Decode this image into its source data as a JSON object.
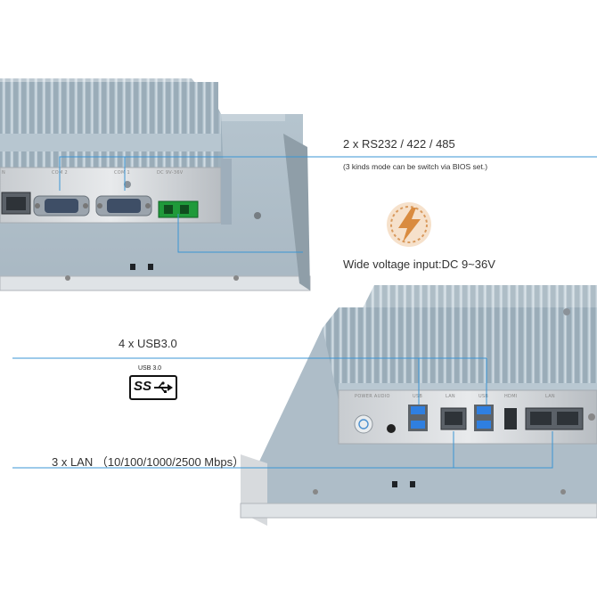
{
  "callouts": {
    "serial": {
      "title": "2 x RS232 / 422 / 485",
      "note": "(3 kinds mode can be switch via BIOS set.)"
    },
    "power": {
      "title": "Wide voltage input:DC 9~36V"
    },
    "usb": {
      "title": "4 x USB3.0",
      "logo_caption": "USB 3.0",
      "logo_text": "SS"
    },
    "lan": {
      "title": "3 x LAN （10/100/1000/2500 Mbps）"
    }
  },
  "port_labels_top": {
    "lan": "N",
    "com2": "COM 2",
    "com1": "COM 1",
    "dc": "DC 9V-36V"
  },
  "port_labels_bottom": {
    "power_audio": "POWER AUDIO",
    "usb_a": "USB",
    "lan_a": "LAN",
    "usb_b": "USB",
    "hdmi": "HDMI",
    "lan_b": "LAN"
  },
  "colors": {
    "callout_line": "#3a95d4",
    "chassis": "#b9c8d2",
    "heatsink": "#c9d5dd",
    "io_plate": "#d4d8dc",
    "usb_blue": "#2f7fe0",
    "terminal_green": "#1f9a3a",
    "frame_silver": "#dfe3e6"
  }
}
